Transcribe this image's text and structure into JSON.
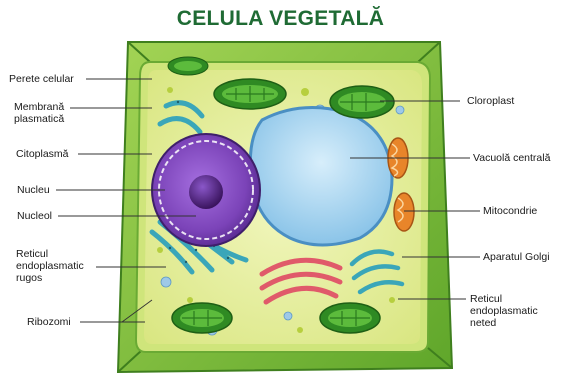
{
  "title": "CELULA VEGETALĂ",
  "labels_left": [
    {
      "id": "perete-celular",
      "lines": [
        "Perete celular"
      ]
    },
    {
      "id": "membrana-plasmatica",
      "lines": [
        "Membrană",
        "plasmatică"
      ]
    },
    {
      "id": "citoplasma",
      "lines": [
        "Citoplasmă"
      ]
    },
    {
      "id": "nucleu",
      "lines": [
        "Nucleu"
      ]
    },
    {
      "id": "nucleol",
      "lines": [
        "Nucleol"
      ]
    },
    {
      "id": "reticul-rugos",
      "lines": [
        "Reticul",
        "endoplasmatic",
        "rugos"
      ]
    },
    {
      "id": "ribozomi",
      "lines": [
        "Ribozomi"
      ]
    }
  ],
  "labels_right": [
    {
      "id": "cloroplast",
      "lines": [
        "Cloroplast"
      ]
    },
    {
      "id": "vacuola-centrala",
      "lines": [
        "Vacuolă centrală"
      ]
    },
    {
      "id": "mitocondrie",
      "lines": [
        "Mitocondrie"
      ]
    },
    {
      "id": "aparatul-golgi",
      "lines": [
        "Aparatul Golgi"
      ]
    },
    {
      "id": "reticul-neted",
      "lines": [
        "Reticul",
        "endoplasmatic",
        "neted"
      ]
    }
  ],
  "colors": {
    "title": "#1f6b34",
    "cell_wall": "#8cc63f",
    "cytoplasm": "#e6ef9c",
    "vacuole": "#9fd1ef",
    "nucleus": "#7b43b8",
    "chloroplast": "#3f9e2c",
    "mitochondria": "#e8852a",
    "golgi": "#e05a6a",
    "er": "#3aa6b9"
  }
}
